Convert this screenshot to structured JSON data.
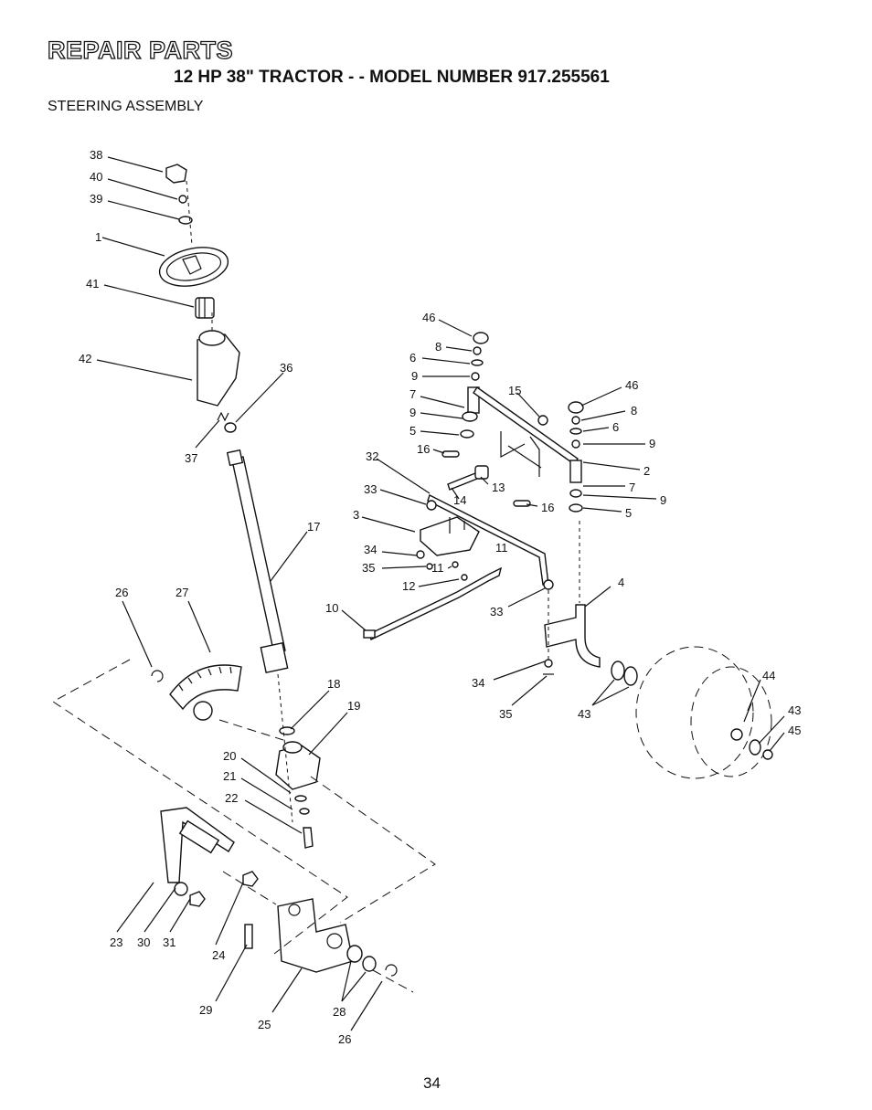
{
  "header": {
    "title": "REPAIR PARTS",
    "subtitle": "12 HP 38\" TRACTOR - - MODEL NUMBER 917.255561",
    "section": "STEERING ASSEMBLY"
  },
  "callouts": [
    {
      "id": "c38a",
      "text": "38"
    },
    {
      "id": "c40",
      "text": "40"
    },
    {
      "id": "c39",
      "text": "39"
    },
    {
      "id": "c1",
      "text": "1"
    },
    {
      "id": "c41",
      "text": "41"
    },
    {
      "id": "c42",
      "text": "42"
    },
    {
      "id": "c36",
      "text": "36"
    },
    {
      "id": "c37",
      "text": "37"
    },
    {
      "id": "c17",
      "text": "17"
    },
    {
      "id": "c26a",
      "text": "26"
    },
    {
      "id": "c27",
      "text": "27"
    },
    {
      "id": "c18",
      "text": "18"
    },
    {
      "id": "c19",
      "text": "19"
    },
    {
      "id": "c20",
      "text": "20"
    },
    {
      "id": "c21",
      "text": "21"
    },
    {
      "id": "c22",
      "text": "22"
    },
    {
      "id": "c23",
      "text": "23"
    },
    {
      "id": "c30",
      "text": "30"
    },
    {
      "id": "c31",
      "text": "31"
    },
    {
      "id": "c24",
      "text": "24"
    },
    {
      "id": "c29",
      "text": "29"
    },
    {
      "id": "c25",
      "text": "25"
    },
    {
      "id": "c28",
      "text": "28"
    },
    {
      "id": "c26b",
      "text": "26"
    },
    {
      "id": "c46a",
      "text": "46"
    },
    {
      "id": "c8a",
      "text": "8"
    },
    {
      "id": "c6a",
      "text": "6"
    },
    {
      "id": "c9a",
      "text": "9"
    },
    {
      "id": "c7a",
      "text": "7"
    },
    {
      "id": "c9b",
      "text": "9"
    },
    {
      "id": "c5a",
      "text": "5"
    },
    {
      "id": "c16a",
      "text": "16"
    },
    {
      "id": "c32",
      "text": "32"
    },
    {
      "id": "c33a",
      "text": "33"
    },
    {
      "id": "c3",
      "text": "3"
    },
    {
      "id": "c34a",
      "text": "34"
    },
    {
      "id": "c35a",
      "text": "35"
    },
    {
      "id": "c11a",
      "text": "11"
    },
    {
      "id": "c11b",
      "text": "11"
    },
    {
      "id": "c12",
      "text": "12"
    },
    {
      "id": "c10",
      "text": "10"
    },
    {
      "id": "c15",
      "text": "15"
    },
    {
      "id": "c13",
      "text": "13"
    },
    {
      "id": "c14",
      "text": "14"
    },
    {
      "id": "c16b",
      "text": "16"
    },
    {
      "id": "c46b",
      "text": "46"
    },
    {
      "id": "c8b",
      "text": "8"
    },
    {
      "id": "c6b",
      "text": "6"
    },
    {
      "id": "c9c",
      "text": "9"
    },
    {
      "id": "c2",
      "text": "2"
    },
    {
      "id": "c7b",
      "text": "7"
    },
    {
      "id": "c9d",
      "text": "9"
    },
    {
      "id": "c5b",
      "text": "5"
    },
    {
      "id": "c4",
      "text": "4"
    },
    {
      "id": "c33b",
      "text": "33"
    },
    {
      "id": "c34b",
      "text": "34"
    },
    {
      "id": "c35b",
      "text": "35"
    },
    {
      "id": "c43a",
      "text": "43"
    },
    {
      "id": "c44",
      "text": "44"
    },
    {
      "id": "c43b",
      "text": "43"
    },
    {
      "id": "c45",
      "text": "45"
    }
  ],
  "page_number": "34"
}
